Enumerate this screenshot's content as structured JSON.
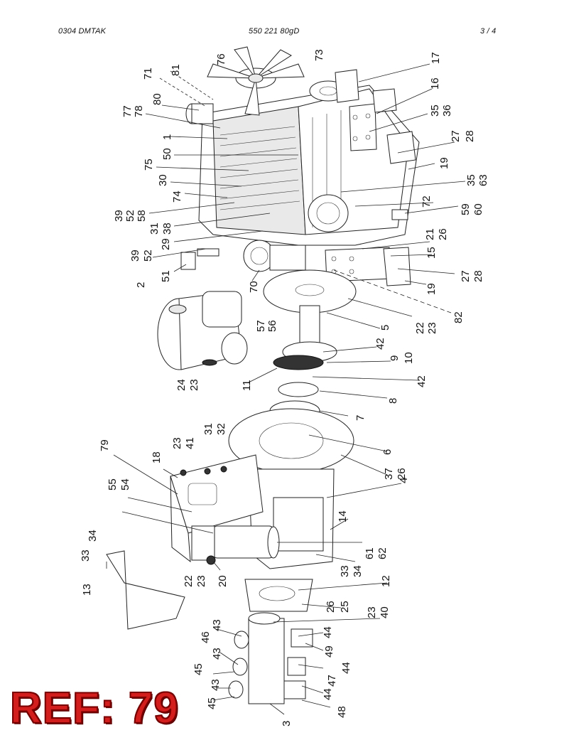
{
  "header": {
    "left": "0304  DMTAK",
    "center": "550 221 80gD",
    "right": "3 /   4"
  },
  "ref_badge": "REF: 79",
  "callouts": {
    "c71": "71",
    "c81": "81",
    "c76": "76",
    "c73": "73",
    "c17": "17",
    "c80": "80",
    "c77": "77",
    "c78": "78",
    "c16": "16",
    "c35a": "35",
    "c36": "36",
    "c1": "1",
    "c27a": "27",
    "c28a": "28",
    "c50": "50",
    "c19a": "19",
    "c75": "75",
    "c30": "30",
    "c35b": "35",
    "c63": "63",
    "c74": "74",
    "c39a": "39",
    "c52a": "52",
    "c58": "58",
    "c72": "72",
    "c31a": "31",
    "c38": "38",
    "c59": "59",
    "c60": "60",
    "c29": "29",
    "c21": "21",
    "c26a": "26",
    "c39b": "39",
    "c52b": "52",
    "c15": "15",
    "c51": "51",
    "c27b": "27",
    "c28b": "28",
    "c70": "70",
    "c19b": "19",
    "c2": "2",
    "c82": "82",
    "c22a": "22",
    "c23a": "23",
    "c57": "57",
    "c56": "56",
    "c5": "5",
    "c42a": "42",
    "c9": "9",
    "c10": "10",
    "c24": "24",
    "c23b": "23",
    "c11": "11",
    "c42b": "42",
    "c8": "8",
    "c7": "7",
    "c31b": "31",
    "c32": "32",
    "c23c": "23",
    "c41": "41",
    "c79": "79",
    "c18": "18",
    "c6": "6",
    "c37": "37",
    "c26b": "26",
    "c55": "55",
    "c54": "54",
    "c4": "4",
    "c14": "14",
    "c34a": "34",
    "c33a": "33",
    "c61": "61",
    "c62": "62",
    "c33b": "33",
    "c34b": "34",
    "c13": "13",
    "c22b": "22",
    "c23d": "23",
    "c20": "20",
    "c12": "12",
    "c26c": "26",
    "c25": "25",
    "c23e": "23",
    "c40": "40",
    "c43a": "43",
    "c46": "46",
    "c44a": "44",
    "c49": "49",
    "c43b": "43",
    "c45a": "45",
    "c44b": "44",
    "c47": "47",
    "c43c": "43",
    "c44c": "44",
    "c45b": "45",
    "c48": "48",
    "c3": "3"
  }
}
